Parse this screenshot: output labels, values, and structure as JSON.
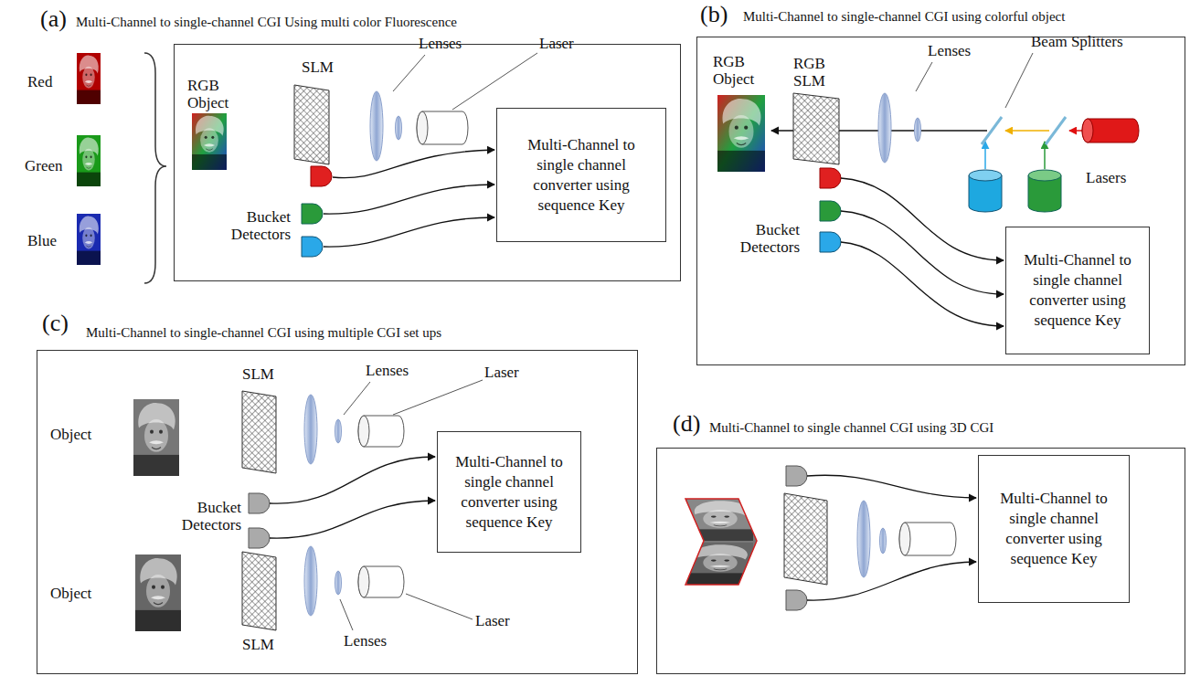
{
  "diagram": {
    "nodes": [
      {
        "text": [
          "(a)",
          "Multi-Channel to single-channel CGI Using multi color Fluorescence"
        ]
      },
      {
        "text": [
          "Multi-Channel to single channel converter using sequence Key"
        ],
        "in": 0
      },
      {
        "text": [
          "(b)",
          "Multi-Channel to single-channel CGI using colorful object"
        ]
      },
      {
        "text": [
          "Multi-Channel to single channel converter using sequence Key"
        ],
        "in": 2
      },
      {
        "text": [
          "(c)",
          "Multi-Channel to single-channel CGI using multiple CGI set ups"
        ]
      },
      {
        "text": [
          "Multi-Channel to single channel converter using sequence Key"
        ],
        "in": 4
      },
      {
        "text": [
          "(d)",
          "Multi-Channel to single channel CGI using 3D CGI"
        ]
      },
      {
        "text": [
          "Multi-Channel to single channel converter using sequence Key"
        ],
        "in": 6
      }
    ],
    "labels": [
      "Red",
      "Green",
      "Blue",
      "RGB Object",
      "SLM",
      "Lenses",
      "Laser",
      "Bucket Detectors",
      "RGB Object",
      "RGB SLM",
      "Lenses",
      "Beam Splitters",
      "Lasers",
      "Bucket Detectors",
      "Object",
      "SLM",
      "Lenses",
      "Laser",
      "Bucket Detectors",
      "Object",
      "SLM",
      "Lenses",
      "Laser"
    ]
  }
}
